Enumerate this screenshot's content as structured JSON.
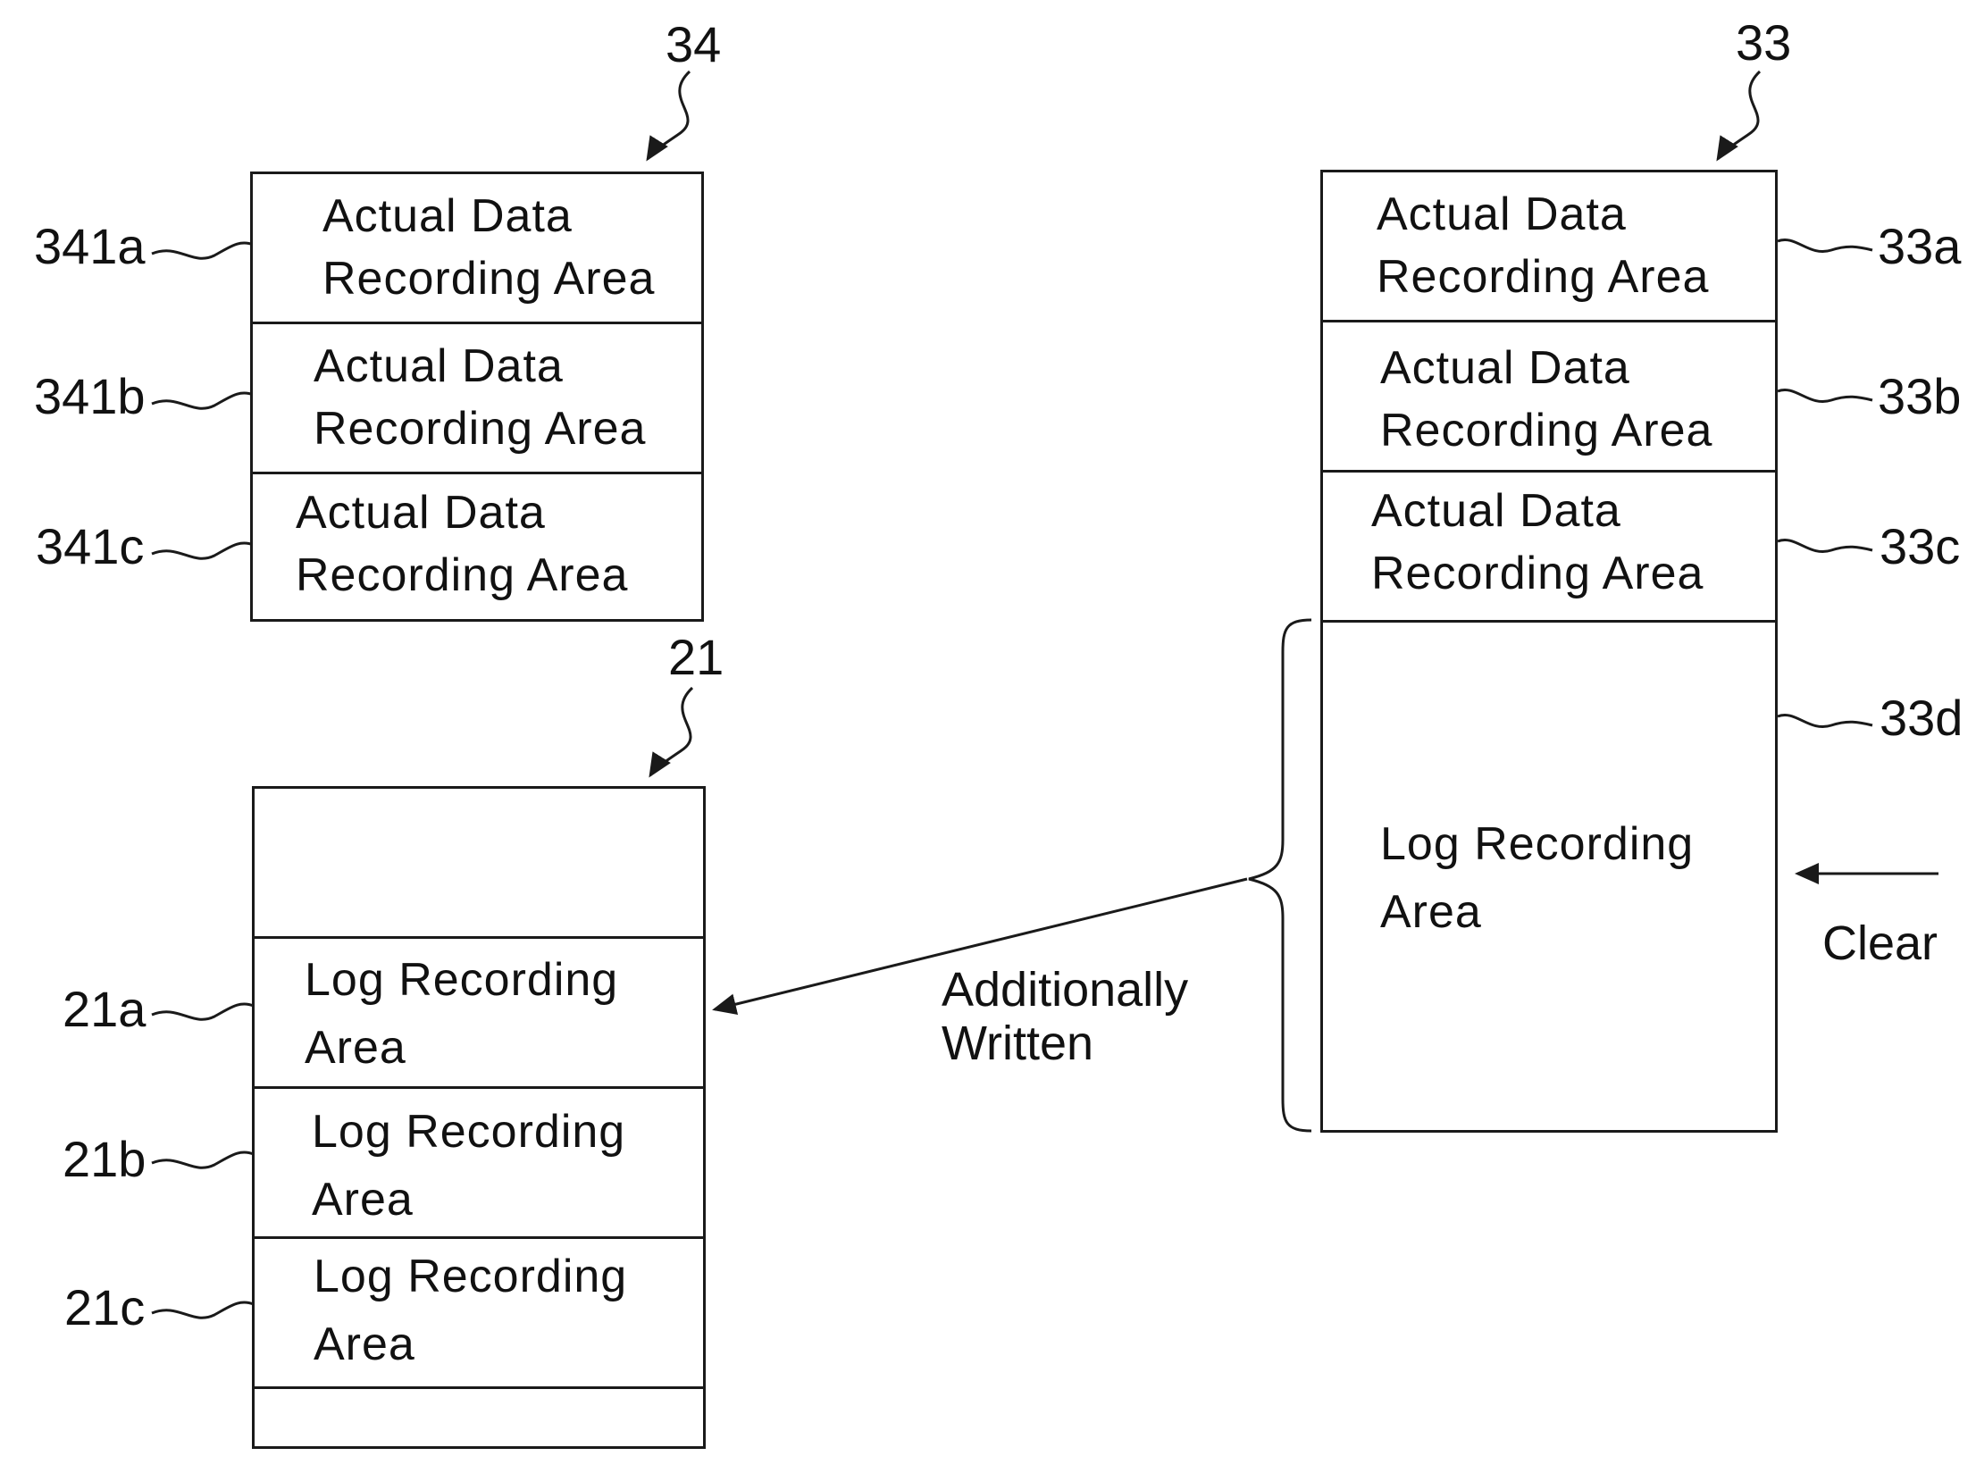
{
  "refs": {
    "mem34": "34",
    "mem33": "33",
    "mem21": "21",
    "r341a": "341a",
    "r341b": "341b",
    "r341c": "341c",
    "r33a": "33a",
    "r33b": "33b",
    "r33c": "33c",
    "r33d": "33d",
    "r21a": "21a",
    "r21b": "21b",
    "r21c": "21c"
  },
  "mem34": {
    "cells": [
      "Actual Data\nRecording Area",
      "Actual Data\nRecording Area",
      "Actual Data\nRecording Area"
    ]
  },
  "mem33": {
    "cells": [
      "Actual Data\nRecording Area",
      "Actual Data\nRecording Area",
      "Actual Data\nRecording Area"
    ],
    "log": "Log Recording\nArea"
  },
  "mem21": {
    "cells": [
      "Log Recording\nArea",
      "Log Recording\nArea",
      "Log Recording\nArea"
    ]
  },
  "annotations": {
    "transfer": "Additionally\nWritten",
    "clear": "Clear"
  }
}
